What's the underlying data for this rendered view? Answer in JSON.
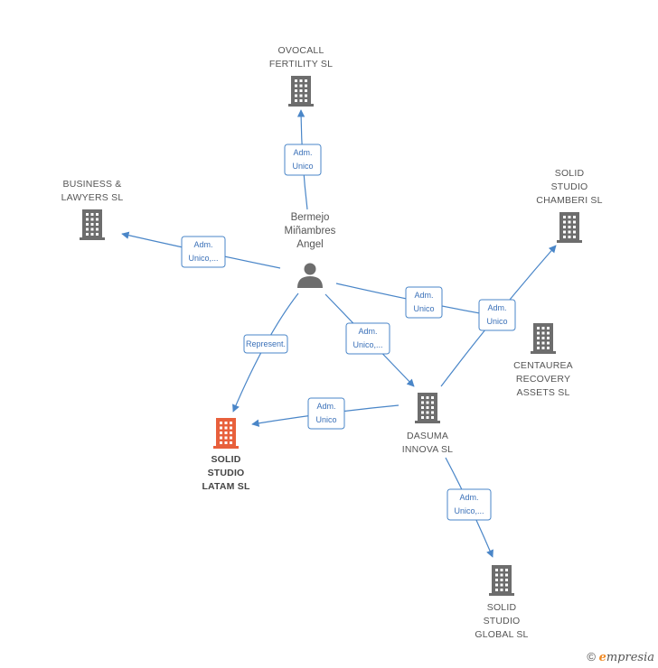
{
  "diagram": {
    "person": {
      "lines": [
        "Bermejo",
        "Miñambres",
        "Angel"
      ]
    },
    "companies": [
      {
        "id": "ovocall",
        "lines": [
          "OVOCALL",
          "FERTILITY  SL"
        ],
        "color": "#6d6d6d",
        "highlight": false
      },
      {
        "id": "business",
        "lines": [
          "BUSINESS &",
          "LAWYERS  SL"
        ],
        "color": "#6d6d6d",
        "highlight": false
      },
      {
        "id": "chamberi",
        "lines": [
          "SOLID",
          "STUDIO",
          "CHAMBERI  SL"
        ],
        "color": "#6d6d6d",
        "highlight": false
      },
      {
        "id": "centaurea",
        "lines": [
          "CENTAUREA",
          "RECOVERY",
          "ASSETS  SL"
        ],
        "color": "#6d6d6d",
        "highlight": false
      },
      {
        "id": "dasuma",
        "lines": [
          "DASUMA",
          "INNOVA  SL"
        ],
        "color": "#6d6d6d",
        "highlight": false
      },
      {
        "id": "latam",
        "lines": [
          "SOLID",
          "STUDIO",
          "LATAM  SL"
        ],
        "color": "#e8603c",
        "highlight": true
      },
      {
        "id": "global",
        "lines": [
          "SOLID",
          "STUDIO",
          "GLOBAL  SL"
        ],
        "color": "#6d6d6d",
        "highlight": false
      }
    ],
    "edges": [
      {
        "from": "person",
        "to": "ovocall",
        "label": [
          "Adm.",
          "Unico"
        ]
      },
      {
        "from": "person",
        "to": "business",
        "label": [
          "Adm.",
          "Unico,..."
        ]
      },
      {
        "from": "person",
        "to": "dasuma",
        "label": [
          "Adm.",
          "Unico,..."
        ]
      },
      {
        "from": "person",
        "to": "latam",
        "label": [
          "Represent."
        ]
      },
      {
        "from": "person",
        "to": "chamberi_via",
        "label": [
          "Adm.",
          "Unico"
        ]
      },
      {
        "from": "dasuma",
        "to": "chamberi",
        "label": [
          "Adm.",
          "Unico"
        ]
      },
      {
        "from": "dasuma",
        "to": "latam",
        "label": [
          "Adm.",
          "Unico"
        ]
      },
      {
        "from": "dasuma",
        "to": "global",
        "label": [
          "Adm.",
          "Unico,..."
        ]
      }
    ]
  },
  "footer": {
    "copyright": "©",
    "brand_e": "e",
    "brand_rest": "mpresia"
  }
}
